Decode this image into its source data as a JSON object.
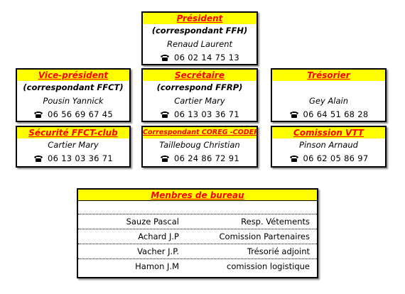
{
  "cards": {
    "president": {
      "title": "Président",
      "role": "(correspondant FFH)",
      "name": "Renaud Laurent",
      "phone": "06 02 14 75 13"
    },
    "vice_president": {
      "title": "Vice-président",
      "role": "(correspondant FFCT)",
      "name": "Pousin Yannick",
      "phone": "06 56 69 67 45"
    },
    "secretaire": {
      "title": "Secrétaire",
      "role": "(correspond FFRP)",
      "name": "Cartier Mary",
      "phone": "06 13 03 36 71"
    },
    "tresorier": {
      "title": "Trésorier",
      "name": "Gey Alain",
      "phone": "06 64 51 68 28"
    },
    "securite": {
      "title": "Sécurité FFCT-club",
      "name": "Cartier Mary",
      "phone": "06 13 03 36 71"
    },
    "coreg": {
      "title": "Correspondant COREG -CODEP",
      "name": "Tailleboug Christian",
      "phone": "06 24 86 72 91"
    },
    "vtt": {
      "title": "Comission VTT",
      "name": "Pinson Arnaud",
      "phone": "06 62 05 86 97"
    }
  },
  "board": {
    "title": "Menbres de bureau",
    "members": [
      {
        "name": "Sauze Pascal",
        "role": "Resp. Vétements"
      },
      {
        "name": "Achard J.P",
        "role": "Comission Partenaires"
      },
      {
        "name": "Vacher J.P.",
        "role": "Trésorié adjoint"
      },
      {
        "name": "Hamon J.M",
        "role": "comission logistique"
      }
    ]
  },
  "icons": {
    "phone": "telephone-icon"
  },
  "colors": {
    "header_bg": "#ffff00",
    "header_text": "#ff0000",
    "border": "#000000"
  }
}
